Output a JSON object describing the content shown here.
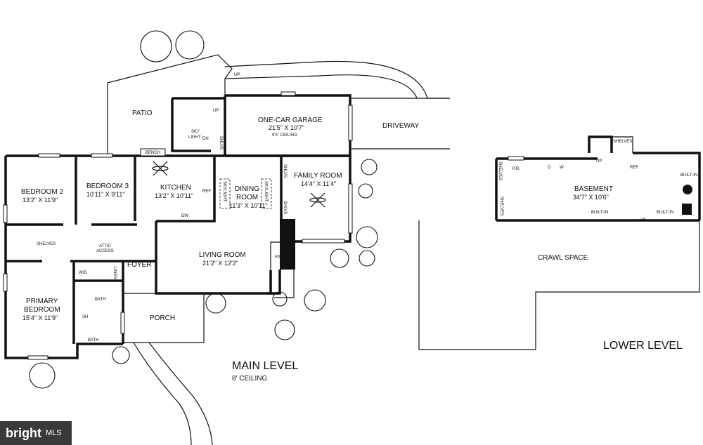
{
  "main_level": {
    "title": "MAIN LEVEL",
    "ceiling": "8' CEILING",
    "rooms": {
      "patio": "PATIO",
      "garage": {
        "name": "ONE-CAR GARAGE",
        "dims": "21'5\" X 10'7\"",
        "ceiling": "9'5\" CEILING"
      },
      "driveway": "DRIVEWAY",
      "bedroom2": {
        "name": "BEDROOM 2",
        "dims": "13'2\" X 11'9\""
      },
      "bedroom3": {
        "name": "BEDROOM 3",
        "dims": "10'11\" X 9'11\""
      },
      "kitchen": {
        "name": "KITCHEN",
        "dims": "13'2\" X 10'11\""
      },
      "dining": {
        "name1": "DINING",
        "name2": "ROOM",
        "dims": "11'3\" X 10'11\""
      },
      "family": {
        "name": "FAMILY ROOM",
        "dims": "14'4\" X 11'4\""
      },
      "living": {
        "name": "LIVING ROOM",
        "dims": "21'2\" X 12'2\""
      },
      "foyer": "FOYER",
      "primary": {
        "name1": "PRIMARY",
        "name2": "BEDROOM",
        "dims": "15'4\" X 11'9\""
      },
      "porch": "PORCH"
    },
    "labels": {
      "up1": "UP",
      "up2": "UP",
      "dn": "DN",
      "sky": "SKY",
      "light": "LIGHT",
      "bench": "BENCH",
      "ref": "REF",
      "dw": "DW",
      "shlvs1": "SHLVS",
      "shlvs2": "SHLVS",
      "shlvs3": "SHLVS",
      "skylight1": "SKYLIGHT",
      "skylight2": "SKYLIGHT",
      "shelves": "SHELVES",
      "attic1": "ATTIC",
      "attic2": "ACCESS",
      "wd": "W/D",
      "linen": "LINEN",
      "bath1": "BATH",
      "bath2": "BATH",
      "sh": "SH",
      "fp": "FP"
    }
  },
  "lower_level": {
    "title": "LOWER LEVEL",
    "rooms": {
      "basement": {
        "name": "BASEMENT",
        "dims": "34'7\" X 10'6\""
      },
      "crawl": "CRAWL SPACE"
    },
    "labels": {
      "shelves1": "SHELVES",
      "shelves2": "SHELVES",
      "shelves3": "SHELVES",
      "pr": "P.R.",
      "d": "D",
      "w": "W",
      "ref": "REF",
      "up1": "UP",
      "up2": "UP",
      "builtin1": "BUILT-IN",
      "builtin2": "BUILT-IN",
      "builtin3": "BUILT-IN"
    }
  },
  "watermark": {
    "brand": "bright",
    "suffix": "MLS"
  }
}
